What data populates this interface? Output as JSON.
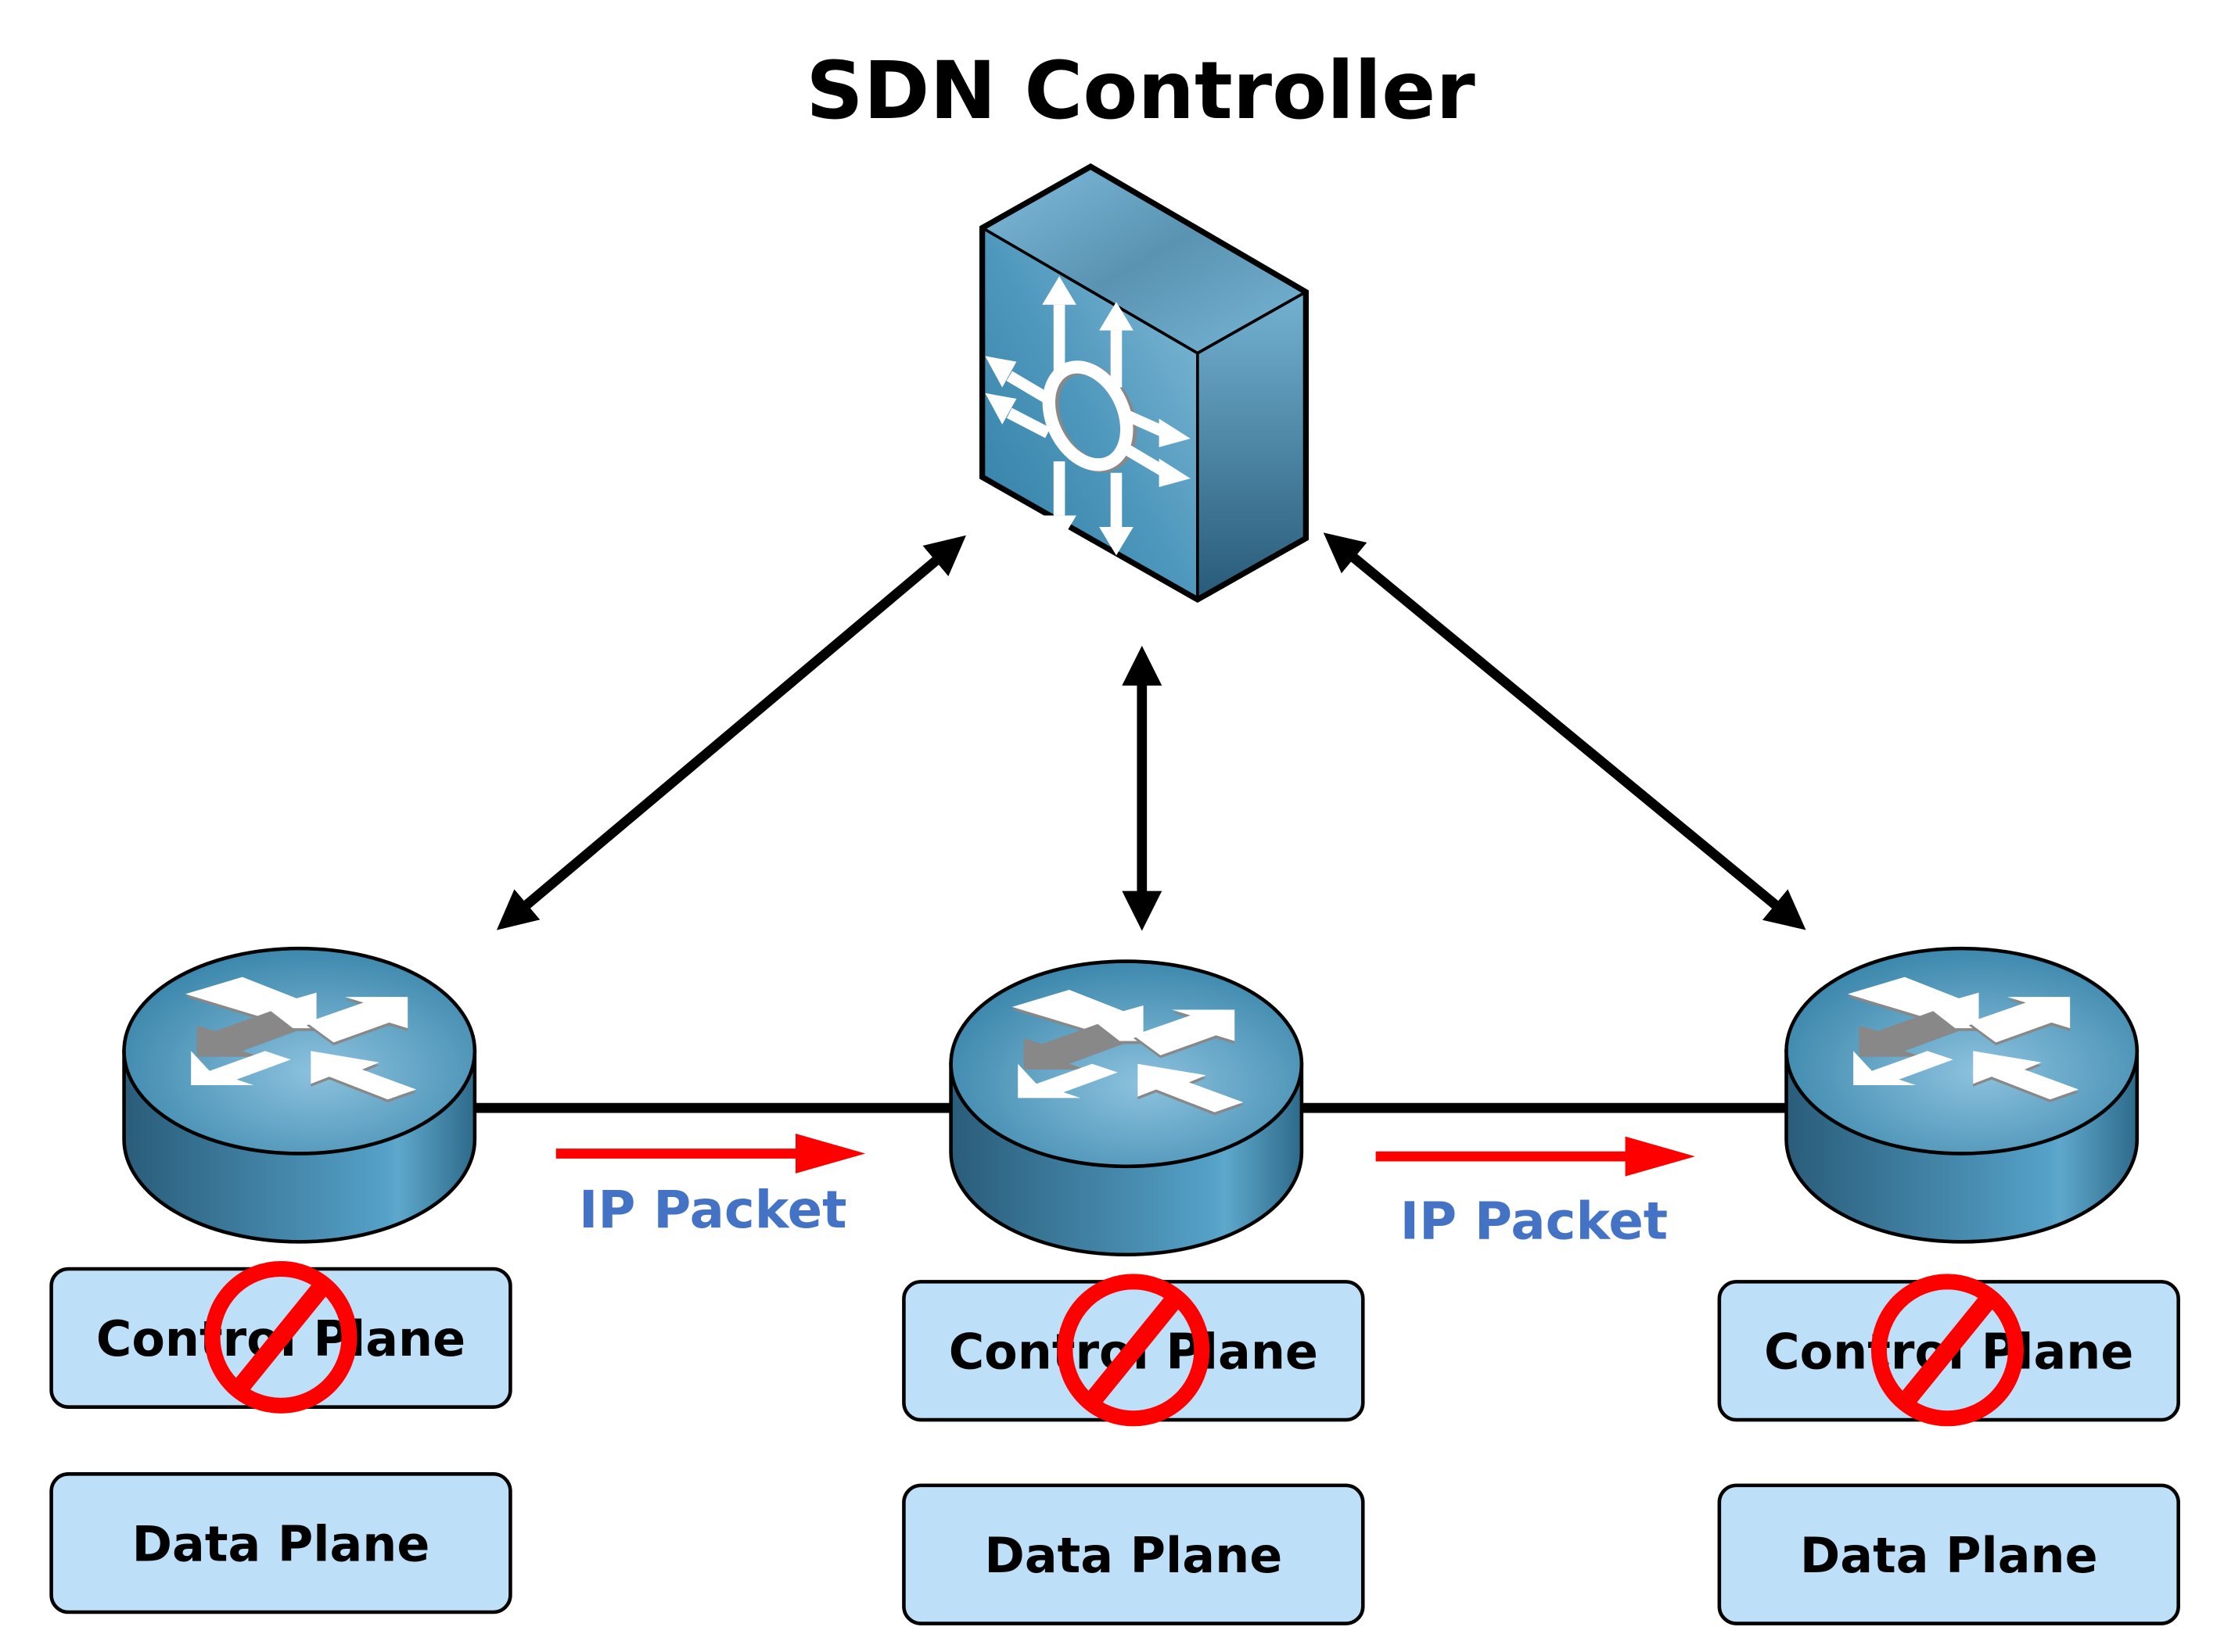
{
  "title": "SDN Controller",
  "colors": {
    "device_blue": "#3f87ab",
    "plane_box_fill": "#bddff8",
    "blocked_red": "#ff0000",
    "packet_label": "#4472c4",
    "link": "#000000"
  },
  "controller": {
    "icon": "multilayer-switch-icon"
  },
  "routers": [
    {
      "icon": "router-icon",
      "control_plane": "Control Plane",
      "data_plane": "Data Plane",
      "control_plane_blocked": true
    },
    {
      "icon": "router-icon",
      "control_plane": "Control Plane",
      "data_plane": "Data Plane",
      "control_plane_blocked": true
    },
    {
      "icon": "router-icon",
      "control_plane": "Control Plane",
      "data_plane": "Data Plane",
      "control_plane_blocked": true
    }
  ],
  "packet_flows": [
    {
      "label": "IP Packet"
    },
    {
      "label": "IP Packet"
    }
  ]
}
